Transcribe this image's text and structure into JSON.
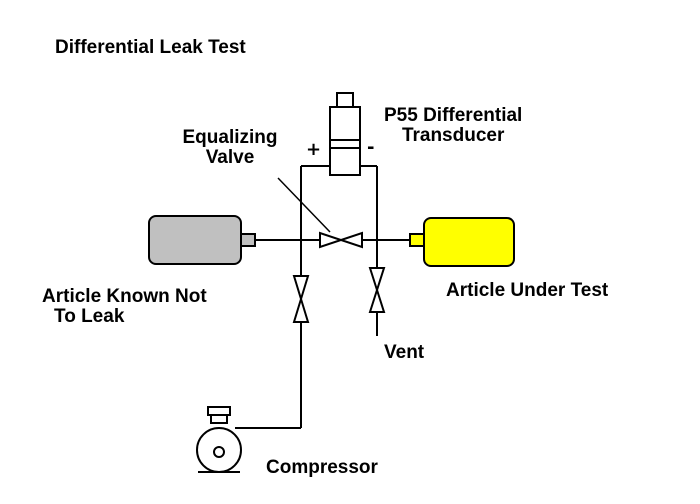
{
  "title": "Differential Leak Test",
  "labels": {
    "transducer": [
      "P55 Differential",
      "Transducer"
    ],
    "equalizing_valve": [
      "Equalizing",
      "Valve"
    ],
    "reference_article": [
      "Article Known Not",
      "To Leak"
    ],
    "test_article": "Article Under Test",
    "vent": "Vent",
    "compressor": "Compressor",
    "plus_port": "+",
    "minus_port": "-"
  },
  "colors": {
    "reference_article_fill": "#c0c0c0",
    "test_article_fill": "#ffff00",
    "line": "#000000",
    "background": "#ffffff"
  }
}
